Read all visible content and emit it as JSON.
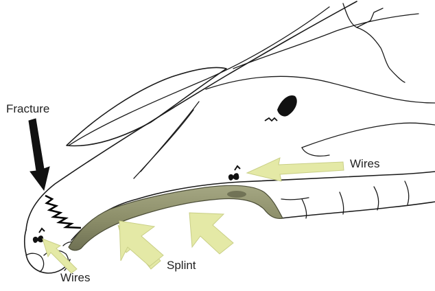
{
  "labels": {
    "fracture": "Fracture",
    "wires_right": "Wires",
    "wires_left": "Wires",
    "splint": "Splint"
  },
  "colors": {
    "arrow_fill": "#e4e9a6",
    "arrow_stroke": "#c9cf86",
    "splint_fill": "#8d8f6a",
    "splint_dark": "#5e6046",
    "fracture_arrow": "#111111",
    "line": "#1a1a1a"
  },
  "icons": {
    "fracture_arrow": "arrow-down-right",
    "wire_twists": "twisted-wire-icon",
    "pointer_arrows": "block-arrow"
  }
}
